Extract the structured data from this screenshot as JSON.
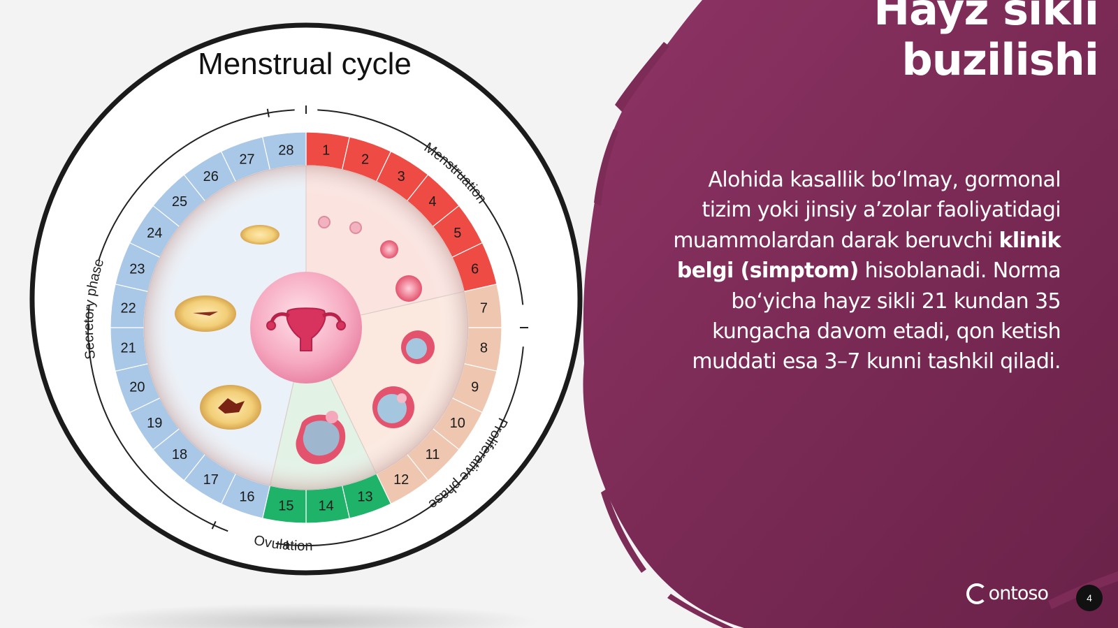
{
  "slide": {
    "title_line1": "Hayz sikli",
    "title_line2": "buzilishi",
    "body": {
      "part1": "Alohida kasallik boʻlmay, gormonal tizim yoki jinsiy aʼzolar faoliyatidagi muammolardan darak beruvchi ",
      "bold": "klinik belgi (simptom)",
      "part2": " hisoblanadi. Norma boʻyicha hayz sikli 21 kundan 35 kungacha davom etadi, qon ketish muddati esa 3–7 kunni tashkil qiladi."
    },
    "brand": "ontoso",
    "page_number": "4"
  },
  "diagram": {
    "title": "Menstrual cycle",
    "phase_labels": {
      "menstruation": "Menstruation",
      "proliferative": "Proliferative phase",
      "ovulation": "Ovulation",
      "secretory": "Secretory phase"
    },
    "days": [
      "1",
      "2",
      "3",
      "4",
      "5",
      "6",
      "7",
      "8",
      "9",
      "10",
      "11",
      "12",
      "13",
      "14",
      "15",
      "16",
      "17",
      "18",
      "19",
      "20",
      "21",
      "22",
      "23",
      "24",
      "25",
      "26",
      "27",
      "28"
    ],
    "phase_ranges": {
      "menstruation": [
        1,
        6
      ],
      "proliferative": [
        7,
        12
      ],
      "ovulation": [
        13,
        15
      ],
      "secretory": [
        16,
        28
      ]
    },
    "colors": {
      "menstruation": "#ef4b45",
      "proliferative": "#efc7b0",
      "ovulation": "#1fb36a",
      "secretory": "#a9c7e6",
      "accent_background": "#8a2e5c"
    }
  }
}
